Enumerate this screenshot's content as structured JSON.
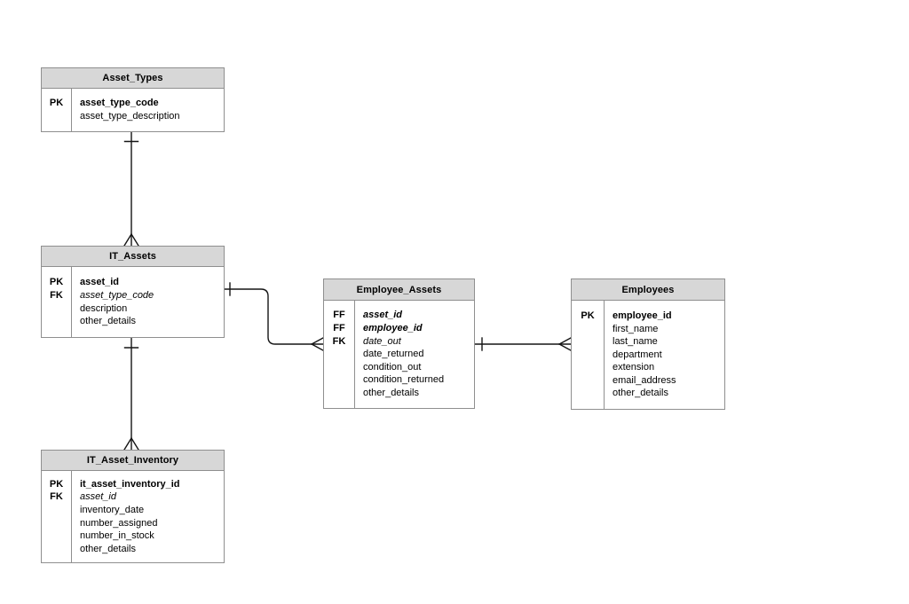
{
  "diagram": {
    "kind": "entity-relationship-diagram",
    "notation": "crow-foot"
  },
  "colors": {
    "background": "#ffffff",
    "entity_header_fill": "#d7d7d7",
    "entity_border": "#8f8f8f",
    "relationship_line": "#151515",
    "text": "#000000"
  },
  "entities": [
    {
      "name": "Asset_Types",
      "rows": [
        {
          "key": "PK",
          "attribute": "asset_type_code",
          "emphasis": "bold"
        },
        {
          "key": "",
          "attribute": "asset_type_description",
          "emphasis": "none"
        }
      ]
    },
    {
      "name": "IT_Assets",
      "rows": [
        {
          "key": "PK",
          "attribute": "asset_id",
          "emphasis": "bold"
        },
        {
          "key": "FK",
          "attribute": "asset_type_code",
          "emphasis": "italic"
        },
        {
          "key": "",
          "attribute": "description",
          "emphasis": "none"
        },
        {
          "key": "",
          "attribute": "other_details",
          "emphasis": "none"
        }
      ]
    },
    {
      "name": "IT_Asset_Inventory",
      "rows": [
        {
          "key": "PK",
          "attribute": "it_asset_inventory_id",
          "emphasis": "bold"
        },
        {
          "key": "FK",
          "attribute": "asset_id",
          "emphasis": "italic"
        },
        {
          "key": "",
          "attribute": "inventory_date",
          "emphasis": "none"
        },
        {
          "key": "",
          "attribute": "number_assigned",
          "emphasis": "none"
        },
        {
          "key": "",
          "attribute": "number_in_stock",
          "emphasis": "none"
        },
        {
          "key": "",
          "attribute": "other_details",
          "emphasis": "none"
        }
      ]
    },
    {
      "name": "Employee_Assets",
      "rows": [
        {
          "key": "FF",
          "attribute": "asset_id",
          "emphasis": "bold-italic"
        },
        {
          "key": "FF",
          "attribute": "employee_id",
          "emphasis": "bold-italic"
        },
        {
          "key": "FK",
          "attribute": "date_out",
          "emphasis": "italic"
        },
        {
          "key": "",
          "attribute": "date_returned",
          "emphasis": "none"
        },
        {
          "key": "",
          "attribute": "condition_out",
          "emphasis": "none"
        },
        {
          "key": "",
          "attribute": "condition_returned",
          "emphasis": "none"
        },
        {
          "key": "",
          "attribute": "other_details",
          "emphasis": "none"
        }
      ]
    },
    {
      "name": "Employees",
      "rows": [
        {
          "key": "PK",
          "attribute": "employee_id",
          "emphasis": "bold"
        },
        {
          "key": "",
          "attribute": "first_name",
          "emphasis": "none"
        },
        {
          "key": "",
          "attribute": "last_name",
          "emphasis": "none"
        },
        {
          "key": "",
          "attribute": "department",
          "emphasis": "none"
        },
        {
          "key": "",
          "attribute": "extension",
          "emphasis": "none"
        },
        {
          "key": "",
          "attribute": "email_address",
          "emphasis": "none"
        },
        {
          "key": "",
          "attribute": "other_details",
          "emphasis": "none"
        }
      ]
    }
  ],
  "relationships": [
    {
      "from": "Asset_Types",
      "to": "IT_Assets",
      "from_cardinality": "one",
      "to_cardinality": "many"
    },
    {
      "from": "IT_Assets",
      "to": "IT_Asset_Inventory",
      "from_cardinality": "one",
      "to_cardinality": "many"
    },
    {
      "from": "IT_Assets",
      "to": "Employee_Assets",
      "from_cardinality": "one",
      "to_cardinality": "many"
    },
    {
      "from": "Employee_Assets",
      "to": "Employees",
      "from_cardinality": "one",
      "to_cardinality": "many"
    }
  ]
}
